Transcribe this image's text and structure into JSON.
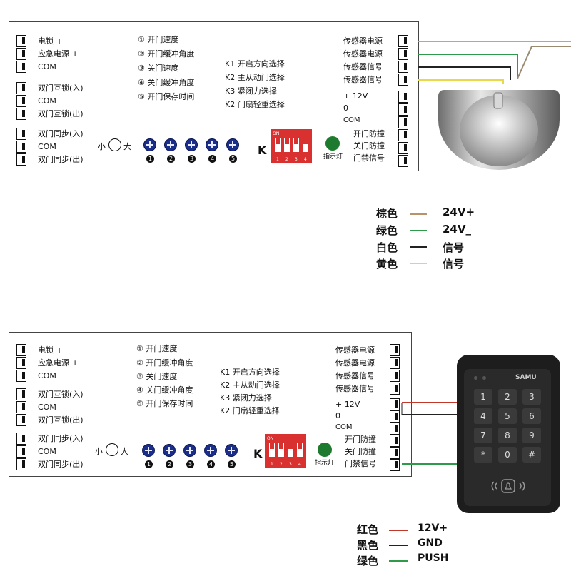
{
  "top_panel": {
    "left_terminals": [
      "电锁 +",
      "应急电源 +",
      "COM",
      "双门互锁(入)",
      "COM",
      "双门互锁(出)",
      "双门同步(入)",
      "COM",
      "双门同步(出)"
    ],
    "functions": [
      "① 开门速度",
      "② 开门缓冲角度",
      "③ 关门速度",
      "④ 关门缓冲角度",
      "⑤ 开门保存时间"
    ],
    "k_switches": [
      "K1 开启方向选择",
      "K2 主从动门选择",
      "K3 紧闭力选择",
      "K2 门扇轻重选择"
    ],
    "right_terminals": [
      "传感器电源",
      "传感器电源",
      "传感器信号",
      "传感器信号",
      "+ 12V",
      "0",
      "COM",
      "开门防撞",
      "关门防撞",
      "门禁信号"
    ],
    "knob_small": "小",
    "knob_large": "大",
    "screw_numbers": [
      "1",
      "2",
      "3",
      "4",
      "5"
    ],
    "k_label": "K",
    "dip_on": "ON",
    "dip_numbers": [
      "1",
      "2",
      "3",
      "4"
    ],
    "indicator_label": "指示灯"
  },
  "bottom_panel": {
    "left_terminals": [
      "电锁 +",
      "应急电源 +",
      "COM",
      "双门互锁(入)",
      "COM",
      "双门互锁(出)",
      "双门同步(入)",
      "COM",
      "双门同步(出)"
    ],
    "functions": [
      "① 开门速度",
      "② 开门缓冲角度",
      "③ 关门速度",
      "④ 关门缓冲角度",
      "⑤ 开门保存时间"
    ],
    "k_switches": [
      "K1 开启方向选择",
      "K2 主从动门选择",
      "K3 紧闭力选择",
      "K2 门扇轻重选择"
    ],
    "right_terminals": [
      "传感器电源",
      "传感器电源",
      "传感器信号",
      "传感器信号",
      "+ 12V",
      "0",
      "COM",
      "开门防撞",
      "关门防撞",
      "门禁信号"
    ],
    "knob_small": "小",
    "knob_large": "大",
    "screw_numbers": [
      "1",
      "2",
      "3",
      "4",
      "5"
    ],
    "k_label": "K",
    "dip_on": "ON",
    "dip_numbers": [
      "1",
      "2",
      "3",
      "4"
    ],
    "indicator_label": "指示灯"
  },
  "sensor_legend": [
    {
      "color_name": "棕色",
      "line_color": "#b8926a",
      "value": "24V+"
    },
    {
      "color_name": "绿色",
      "line_color": "#2f9a4a",
      "value": "24V_"
    },
    {
      "color_name": "白色",
      "line_color": "#222222",
      "value": "信号"
    },
    {
      "color_name": "黄色",
      "line_color": "#e8d84a",
      "value": "信号"
    }
  ],
  "keypad_legend": [
    {
      "color_name": "红色",
      "line_color": "#c0392b",
      "value": "12V+"
    },
    {
      "color_name": "黑色",
      "line_color": "#222222",
      "value": "GND"
    },
    {
      "color_name": "绿色",
      "line_color": "#2f9a4a",
      "value": "PUSH"
    }
  ],
  "keypad": {
    "brand": "SAMU",
    "keys": [
      "1",
      "2",
      "3",
      "4",
      "5",
      "6",
      "7",
      "8",
      "9",
      "*",
      "0",
      "#"
    ]
  }
}
